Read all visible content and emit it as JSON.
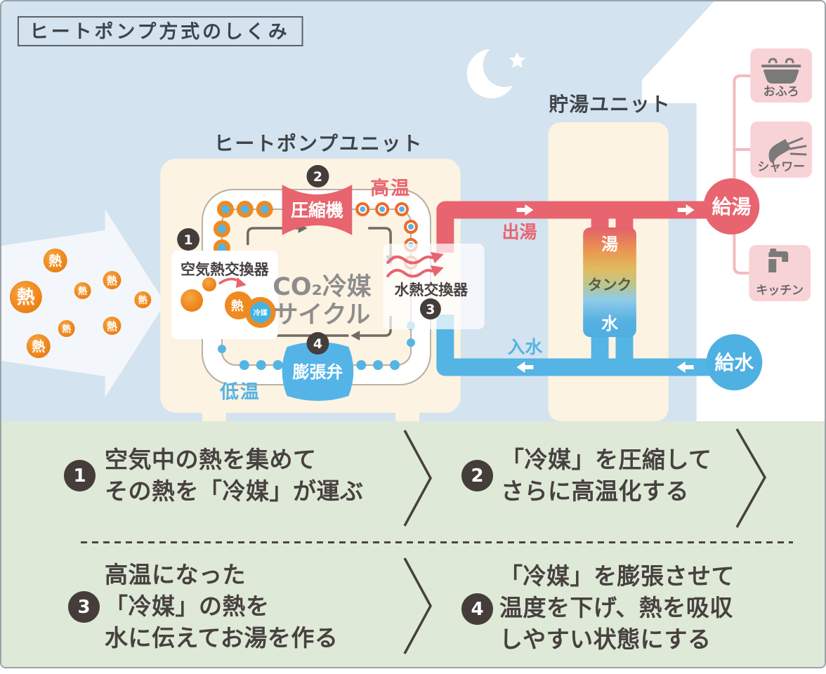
{
  "title": "ヒートポンプ方式のしくみ",
  "diagram": {
    "heat_pump_unit_label": "ヒートポンプユニット",
    "storage_unit_label": "貯湯ユニット",
    "heat_particle": "熱",
    "air_heat_exchanger": {
      "num": "1",
      "label": "空気熱交換器",
      "heat": "熱",
      "refrigerant": "冷媒"
    },
    "compressor": {
      "num": "2",
      "label": "圧縮機"
    },
    "water_heat_exchanger": {
      "num": "3",
      "label": "水熱交換器"
    },
    "expansion_valve": {
      "num": "4",
      "label": "膨張弁"
    },
    "cycle_label_line1": "CO₂冷媒",
    "cycle_label_line2": "サイクル",
    "high_temp": "高温",
    "low_temp": "低温",
    "hot_out": "出湯",
    "cold_in": "入水",
    "tank": {
      "hot": "湯",
      "label": "タンク",
      "cold": "水"
    },
    "hot_supply": "給湯",
    "cold_supply": "給水",
    "outlets": [
      {
        "label": "おふろ",
        "icon": "bathtub-icon"
      },
      {
        "label": "シャワー",
        "icon": "shower-icon"
      },
      {
        "label": "キッチン",
        "icon": "faucet-icon"
      }
    ]
  },
  "steps": [
    {
      "num": "1",
      "lines": [
        "空気中の熱を集めて",
        "その熱を「冷媒」が運ぶ"
      ]
    },
    {
      "num": "2",
      "lines": [
        "「冷媒」を圧縮して",
        "さらに高温化する"
      ]
    },
    {
      "num": "3",
      "lines": [
        "高温になった",
        "「冷媒」の熱を",
        "水に伝えてお湯を作る"
      ]
    },
    {
      "num": "4",
      "lines": [
        "「冷媒」を膨張させて",
        "温度を下げ、熱を吸収",
        "しやすい状態にする"
      ]
    }
  ],
  "colors": {
    "sky": "#d3e3ef",
    "cream": "#fcf3e2",
    "hot_red": "#e8646f",
    "cold_blue": "#54b4e4",
    "heat_orange": "#ef8a21",
    "panel_green": "#dfe9d7",
    "badge_dark": "#453d3a",
    "pink_box": "#f8d3d6",
    "gray_text": "#474140",
    "cycle_gray": "#8d8d8d"
  }
}
